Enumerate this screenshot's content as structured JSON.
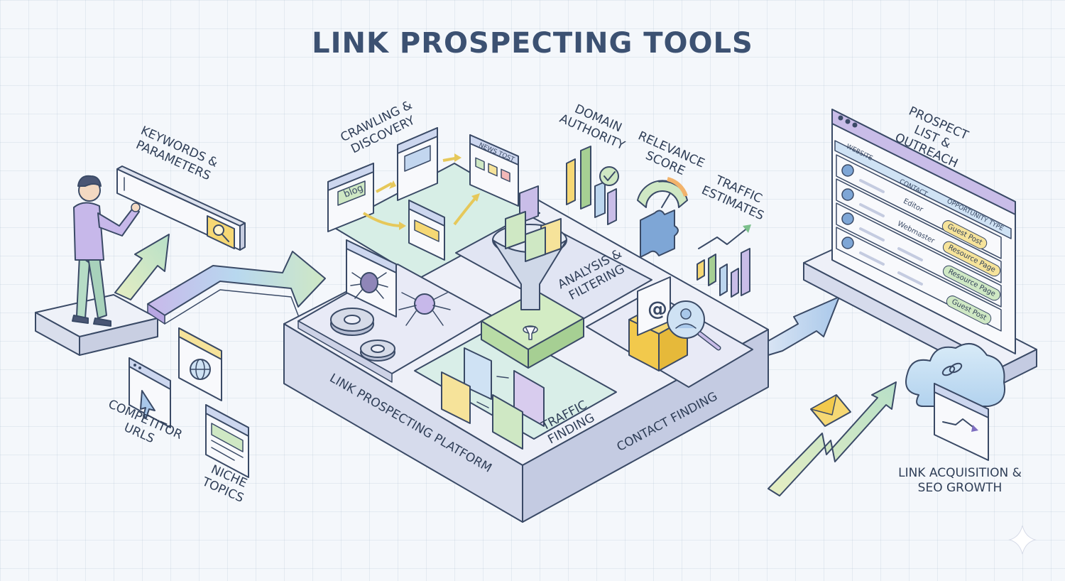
{
  "title": "LINK PROSPECTING TOOLS",
  "inputs": {
    "keywords": "KEYWORDS & PARAMETERS",
    "competitor_urls": "COMPETITOR URLS",
    "niche_topics": "NICHE TOPICS"
  },
  "platform": {
    "name": "LINK PROSPECTING PLATFORM",
    "crawling": "CRAWLING & DISCOVERY",
    "analysis": "ANALYSIS & FILTERING",
    "traffic_finding": "TRAFFIC FINDING",
    "contact_finding": "CONTACT FINDING",
    "blog_label": "blog",
    "news_label": "NEWS TOST"
  },
  "metrics": {
    "domain_authority": "DOMAIN AUTHORITY",
    "relevance_score": "RELEVANCE SCORE",
    "traffic_estimates": "TRAFFIC ESTIMATES"
  },
  "prospect_list": {
    "title": "PROSPECT LIST & OUTREACH",
    "columns": [
      "WEBSITE",
      "CONTACT",
      "OPPORTUNITY TYPE"
    ],
    "contacts": [
      "Editor",
      "Webmaster"
    ],
    "opportunities": [
      "Guest Post",
      "Resource Page",
      "Resource Page",
      "Guest Post"
    ]
  },
  "outcome": "LINK ACQUISITION & SEO GROWTH",
  "colors": {
    "outline": "#3a4a66",
    "platform": "#e4e8f4",
    "purple": "#c9bde8",
    "green": "#cfe8c4",
    "yellow": "#f6e39a",
    "blue": "#bcd6ee"
  }
}
